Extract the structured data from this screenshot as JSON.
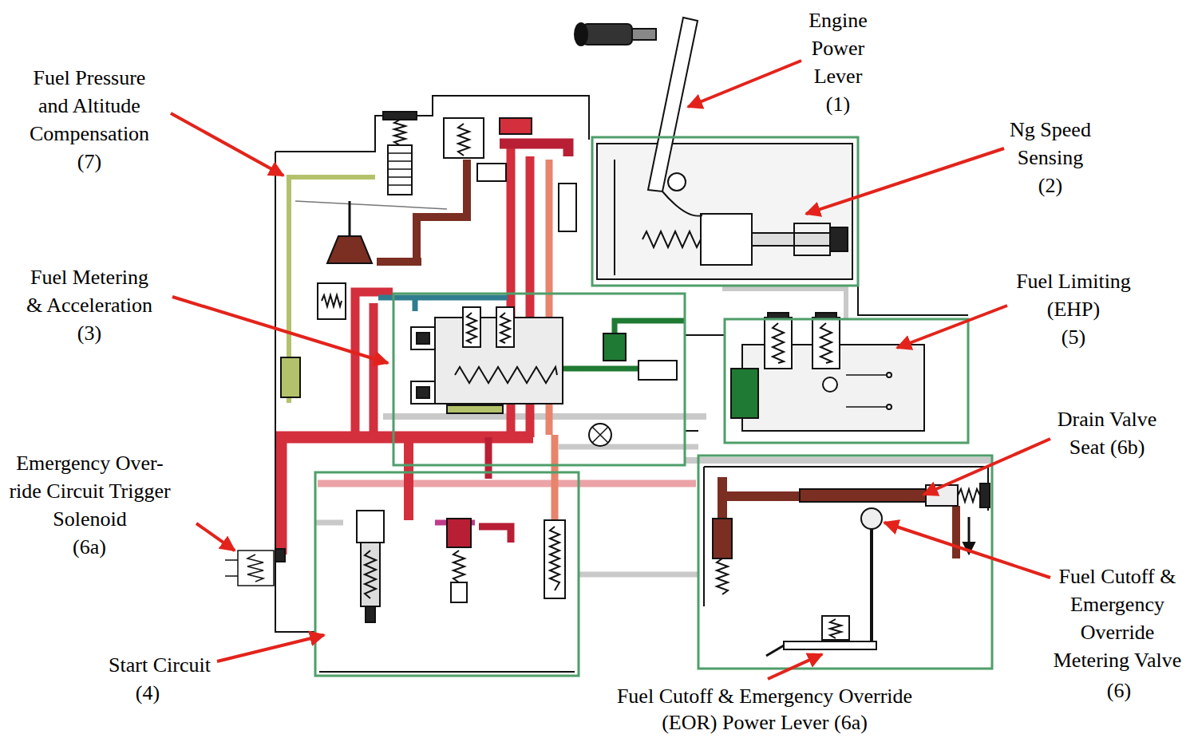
{
  "diagram": {
    "labels": [
      "Engine Power Lever",
      "(1)",
      "Fuel Pressure and Altitude Compensation",
      "(7)",
      "Ng Speed Sensing",
      "(2)",
      "Fuel Metering & Acceleration",
      "(3)",
      "Fuel Limiting (EHP)",
      "(5)",
      "Drain Valve Seat (6b)",
      "Emergency Over-ride Circuit Trigger Solenoid",
      "(6a)",
      "Fuel Cutoff & Emergency Override Metering Valve",
      "(6)",
      "Start Circuit",
      "(4)",
      "Fuel Cutoff & Emergency Override (EOR) Power Lever (6a)"
    ]
  }
}
